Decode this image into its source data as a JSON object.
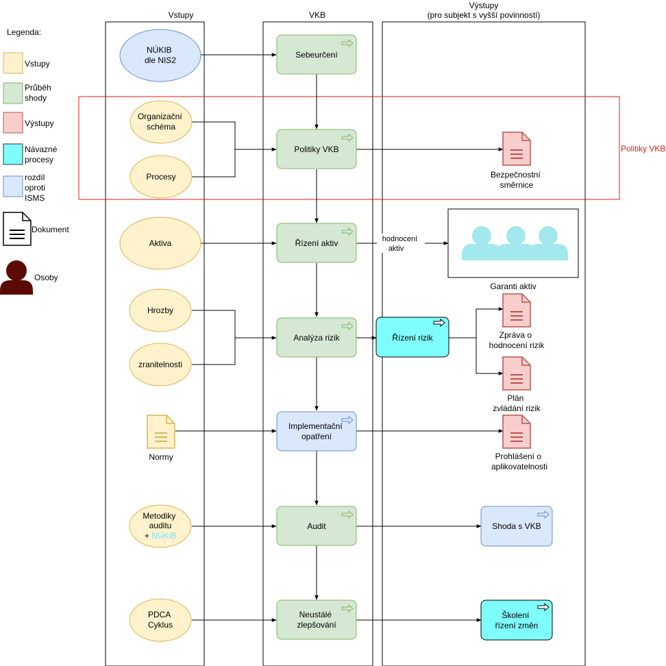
{
  "columns": {
    "inputs": "Vstupy",
    "vkb": "VKB",
    "outputs_line1": "Výstupy",
    "outputs_line2": "(pro subjekt s vyšší povinností)"
  },
  "legend": {
    "title": "Legenda:",
    "inputs": "Vstupy",
    "progress": [
      "Průběh",
      "shody"
    ],
    "outputs": "Výstupy",
    "followup": [
      "Návazné",
      "procesy"
    ],
    "diff": [
      "rozdíl",
      "oproti",
      "ISMS"
    ],
    "document": "Dokument",
    "persons": "Osoby"
  },
  "highlight": {
    "label": "Politiky VKB"
  },
  "inputs": {
    "nukib": [
      "NÚKIB",
      "dle NIS2"
    ],
    "org": [
      "Organizační",
      "schéma"
    ],
    "procesy": "Procesy",
    "aktiva": "Aktiva",
    "hrozby": "Hrozby",
    "zranitelnosti": "zranitelnosti",
    "normy": "Normy",
    "metodiky": [
      "Metodiky",
      "auditu"
    ],
    "metodiky_plus": "+",
    "metodiky_nukib": "NÚKIB",
    "pdca": [
      "PDCA",
      "Cyklus"
    ]
  },
  "steps": {
    "sebeurceni": "Sebeurčení",
    "politiky": "Politiky VKB",
    "rizeni_aktiv": "Řízení aktiv",
    "analyza": "Analýza rizik",
    "implementacni": [
      "Implementační",
      "opatření"
    ],
    "audit": "Audit",
    "neustale": [
      "Neustálé",
      "zlepšování"
    ]
  },
  "outputs": {
    "smernice": [
      "Bezpečnostní",
      "směrnice"
    ],
    "hodnoceni": [
      "hodnocení",
      "aktiv"
    ],
    "garanti": "Garanti aktiv",
    "rizeni_rizik": "Řízení rizik",
    "zprava": [
      "Zpráva o",
      "hodnocení rizik"
    ],
    "plan": [
      "Plán",
      "zvládání rizik"
    ],
    "prohlaseni": [
      "Prohlášení o",
      "aplikovatelnosti"
    ],
    "shoda": "Shoda s VKB",
    "skoleni": [
      "Školení",
      "řízení změn"
    ]
  },
  "colors": {
    "input_fill": "#fff2cc",
    "input_stroke": "#d6b656",
    "progress_fill": "#d5e8d4",
    "progress_stroke": "#82b366",
    "output_fill": "#f8cecc",
    "output_stroke": "#b85450",
    "followup_fill": "#7ffcfc",
    "diff_fill": "#dae8fc",
    "diff_stroke": "#6c8ebf",
    "highlight": "#e01b1b",
    "person": "#5c0a06",
    "garant": "#a3e8ec",
    "nukib_accent": "#7ee0ff"
  }
}
